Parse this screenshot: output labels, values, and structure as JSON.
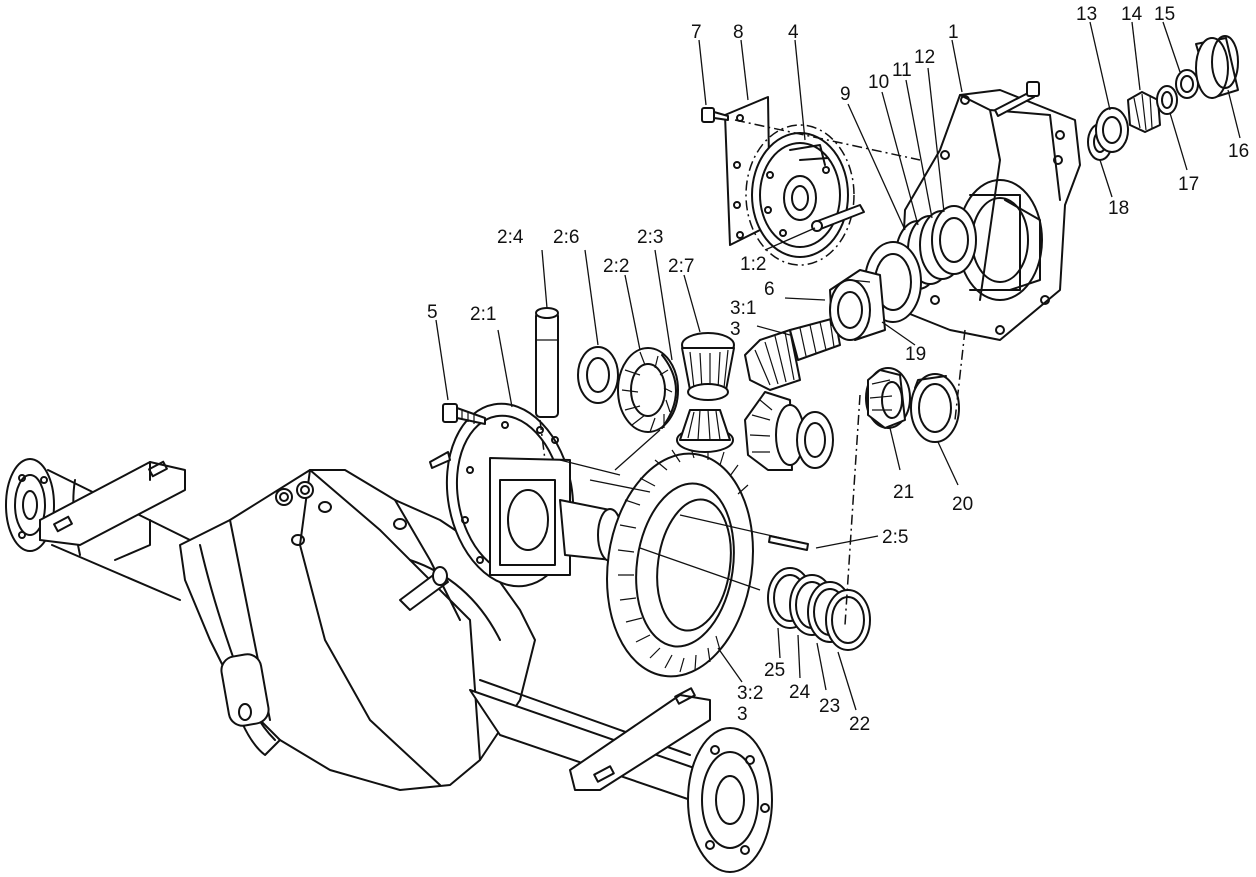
{
  "diagram": {
    "type": "exploded-parts-diagram",
    "callouts": [
      {
        "id": "c1",
        "text": "1"
      },
      {
        "id": "c1_2",
        "text": "1:2"
      },
      {
        "id": "c2_1",
        "text": "2:1"
      },
      {
        "id": "c2_2",
        "text": "2:2"
      },
      {
        "id": "c2_3",
        "text": "2:3"
      },
      {
        "id": "c2_4",
        "text": "2:4"
      },
      {
        "id": "c2_5",
        "text": "2:5"
      },
      {
        "id": "c2_6",
        "text": "2:6"
      },
      {
        "id": "c2_7",
        "text": "2:7"
      },
      {
        "id": "c3a",
        "text": "3"
      },
      {
        "id": "c3_1",
        "text": "3:1"
      },
      {
        "id": "c3b",
        "text": "3"
      },
      {
        "id": "c3_2",
        "text": "3:2"
      },
      {
        "id": "c4",
        "text": "4"
      },
      {
        "id": "c5",
        "text": "5"
      },
      {
        "id": "c6",
        "text": "6"
      },
      {
        "id": "c7",
        "text": "7"
      },
      {
        "id": "c8",
        "text": "8"
      },
      {
        "id": "c9",
        "text": "9"
      },
      {
        "id": "c10",
        "text": "10"
      },
      {
        "id": "c11",
        "text": "11"
      },
      {
        "id": "c12",
        "text": "12"
      },
      {
        "id": "c13",
        "text": "13"
      },
      {
        "id": "c14",
        "text": "14"
      },
      {
        "id": "c15",
        "text": "15"
      },
      {
        "id": "c16",
        "text": "16"
      },
      {
        "id": "c17",
        "text": "17"
      },
      {
        "id": "c18",
        "text": "18"
      },
      {
        "id": "c19",
        "text": "19"
      },
      {
        "id": "c20",
        "text": "20"
      },
      {
        "id": "c21",
        "text": "21"
      },
      {
        "id": "c22",
        "text": "22"
      },
      {
        "id": "c23",
        "text": "23"
      },
      {
        "id": "c24",
        "text": "24"
      },
      {
        "id": "c25",
        "text": "25"
      }
    ]
  }
}
